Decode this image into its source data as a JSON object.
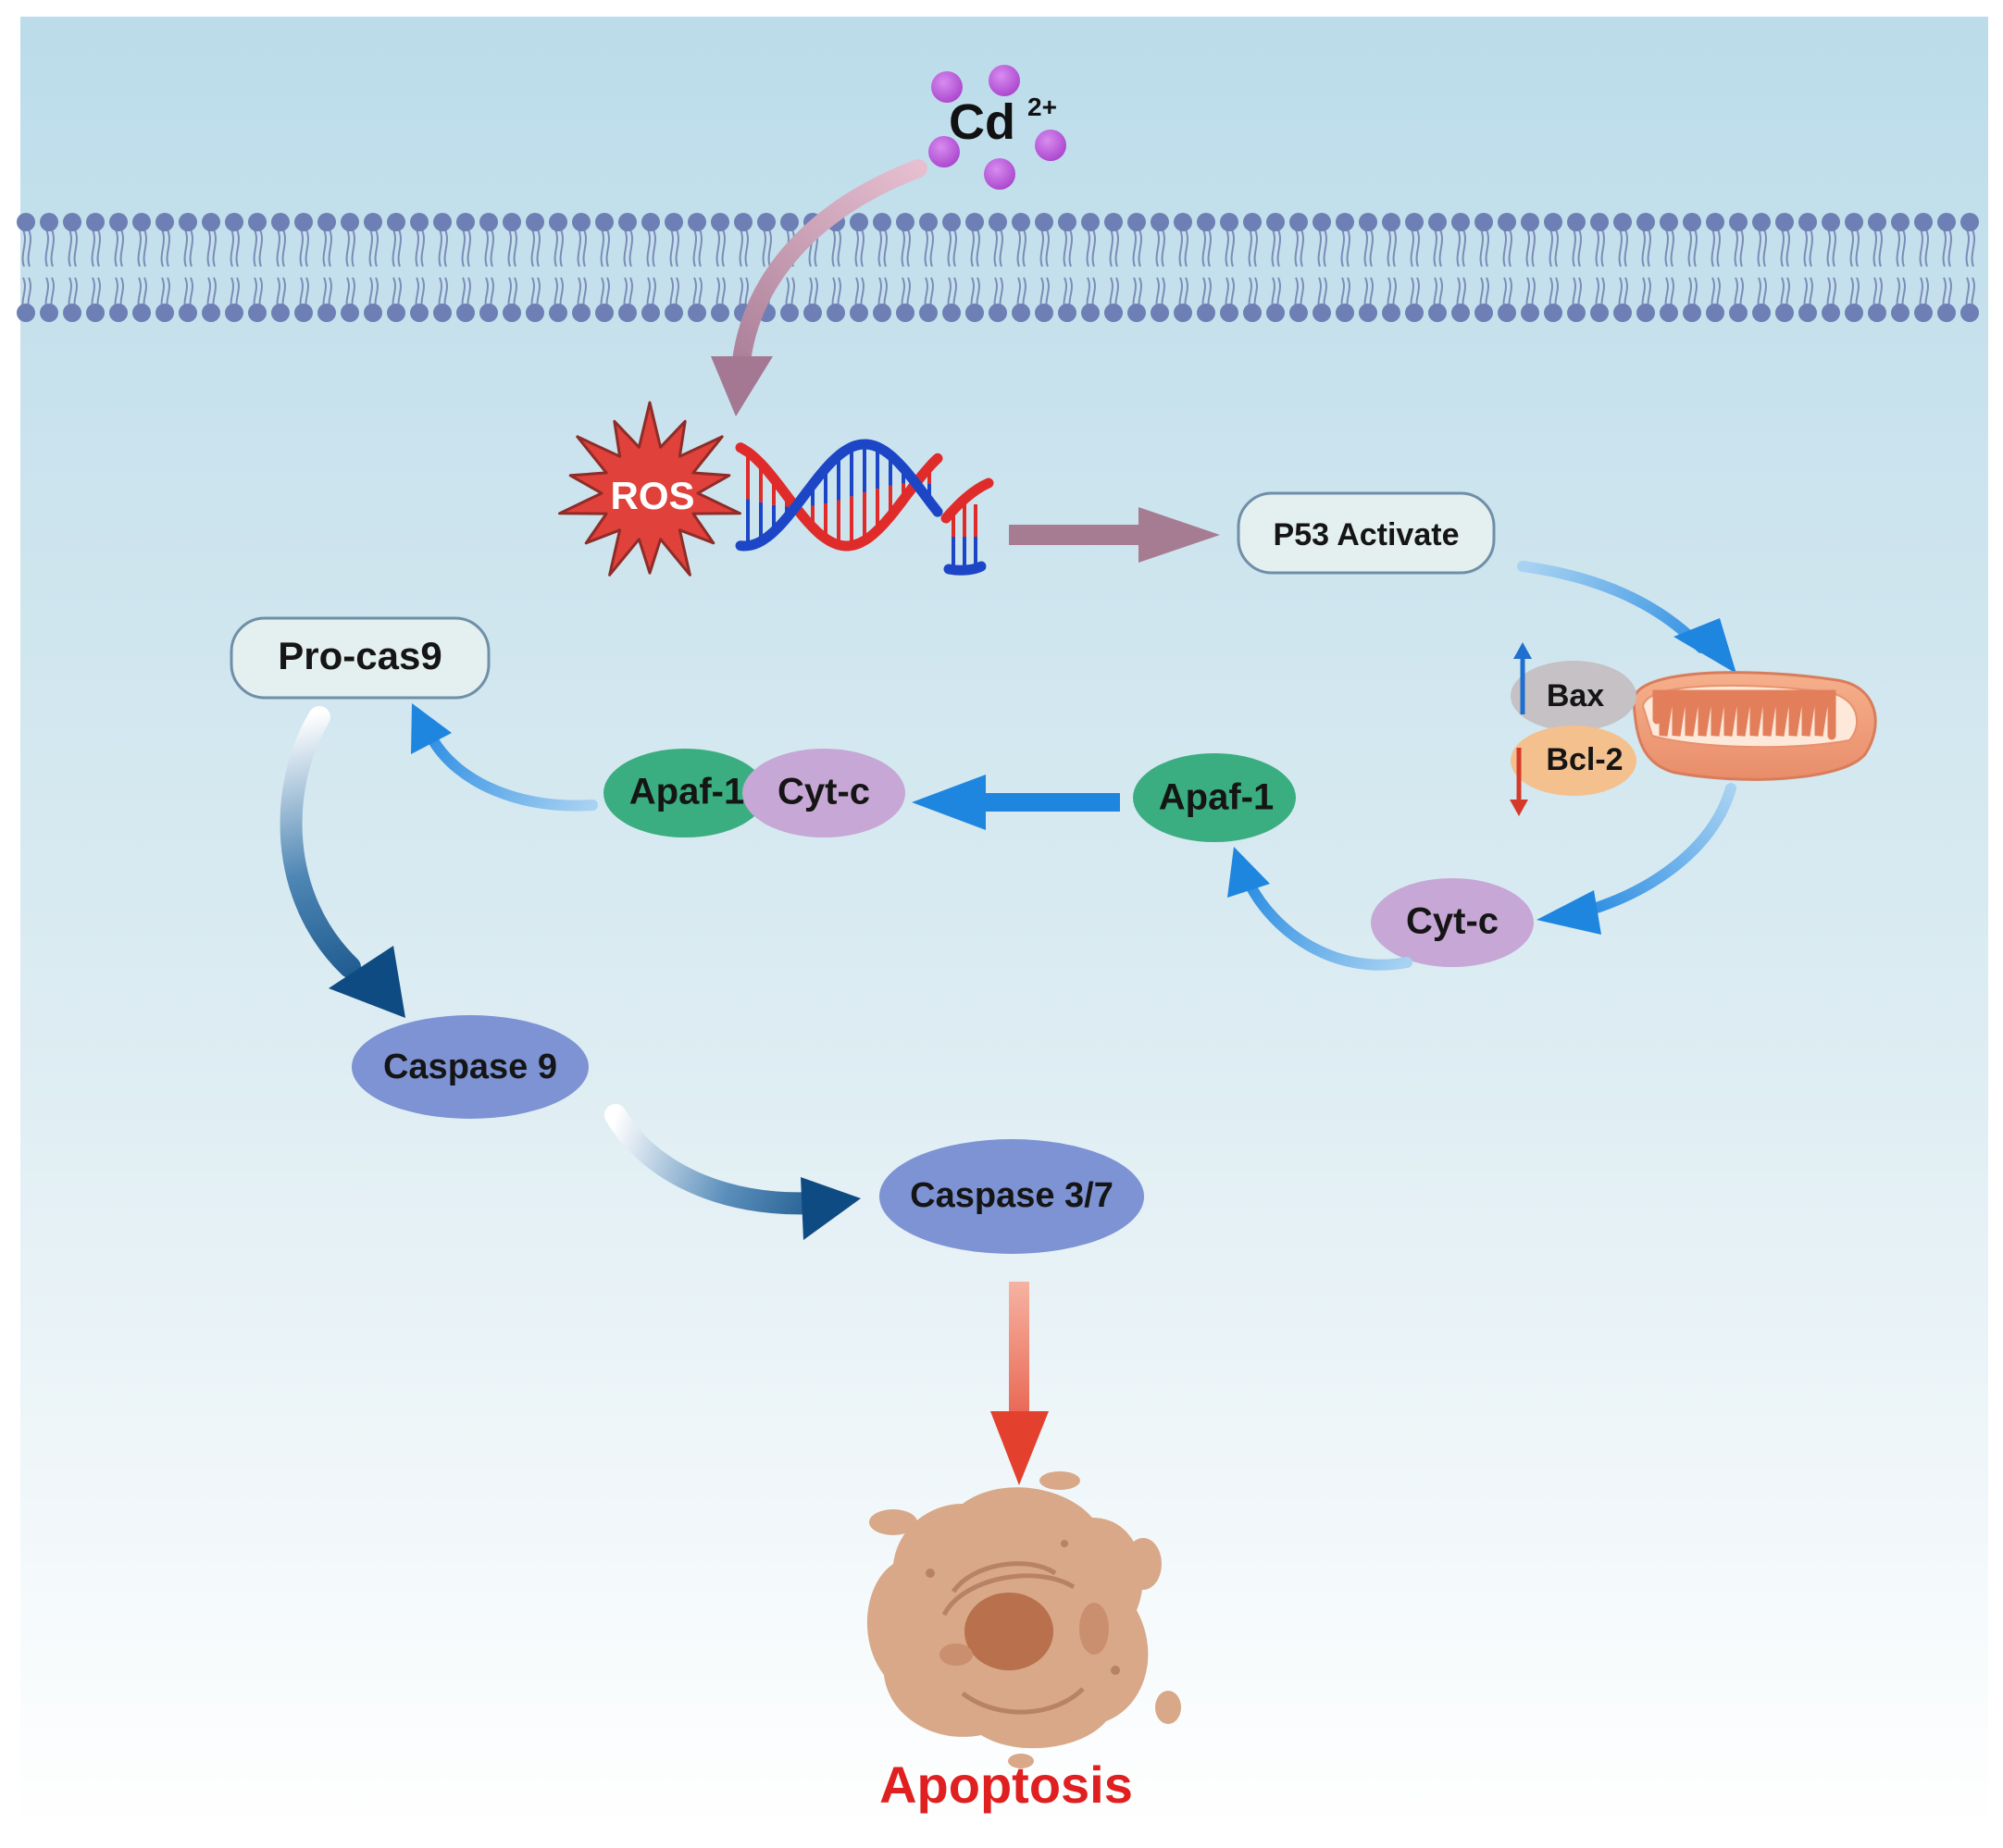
{
  "labels": {
    "cd_ion": "Cd",
    "cd_charge": "2+",
    "ros": "ROS",
    "p53": "P53 Activate",
    "bax": "Bax",
    "bcl2": "Bcl-2",
    "pro_cas9": "Pro-cas9",
    "apaf1_complex": "Apaf-1",
    "cytc_complex": "Cyt-c",
    "apaf1": "Apaf-1",
    "cytc": "Cyt-c",
    "caspase9": "Caspase 9",
    "caspase37": "Caspase 3/7",
    "apoptosis": "Apoptosis"
  },
  "indicators": {
    "bax": "up",
    "bcl2": "down"
  },
  "colors": {
    "background_top": "#bcdcea",
    "background_bottom": "#ffffff",
    "membrane_head": "#6d7fb4",
    "ion": "#b85ad6",
    "ros_star": "#e0413a",
    "dna_red": "#e02b2b",
    "dna_blue": "#1d46c7",
    "mauve_arrow": "#a67c92",
    "node_box_fill": "#e4efef",
    "node_box_stroke": "#6f8fa8",
    "apaf_green": "#3aae80",
    "cytc_purple": "#c6a7d5",
    "caspase_blue": "#7d93d4",
    "bax_gray": "#c5c1c4",
    "bcl2_orange": "#f4c08d",
    "mito_orange": "#f2a37d",
    "arrow_blue": "#2a8fe0",
    "arrow_darkblue": "#124f86",
    "apoptosis_red": "#e02020",
    "cell_tan": "#d8a888",
    "nucleus_brown": "#b8704d"
  }
}
